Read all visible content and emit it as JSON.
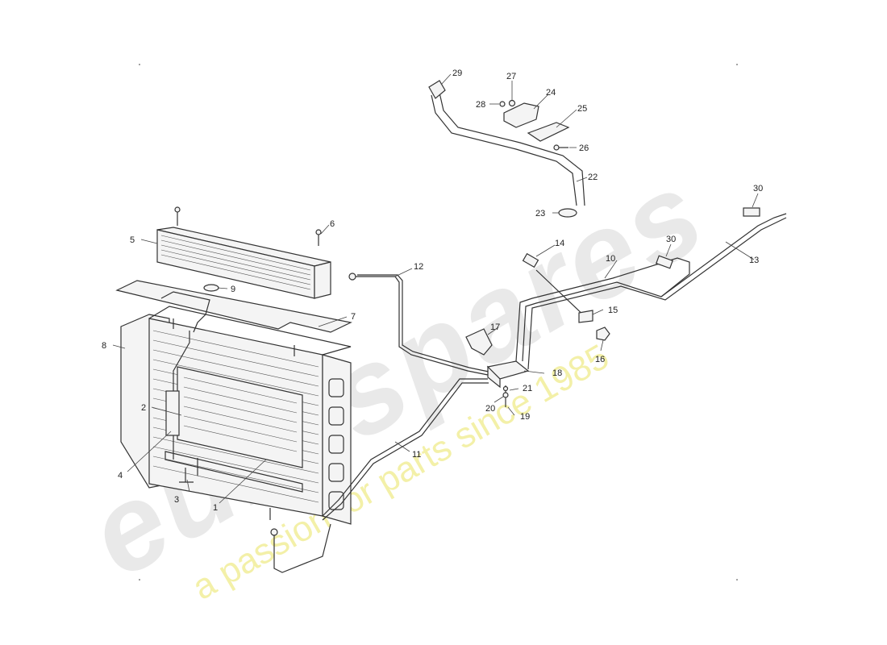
{
  "watermark": {
    "brand": "eurospares",
    "tagline": "a passion for parts since 1985",
    "colors": {
      "brand": "#e9e9e9",
      "tagline": "#f3f0a8"
    }
  },
  "callouts": {
    "c1": "1",
    "c2": "2",
    "c3": "3",
    "c4": "4",
    "c5": "5",
    "c6": "6",
    "c7": "7",
    "c8": "8",
    "c9": "9",
    "c10": "10",
    "c11": "11",
    "c12": "12",
    "c13": "13",
    "c14": "14",
    "c15": "15",
    "c16": "16",
    "c17": "17",
    "c18": "18",
    "c19": "19",
    "c20": "20",
    "c21": "21",
    "c22": "22",
    "c23": "23",
    "c24": "24",
    "c25": "25",
    "c26": "26",
    "c27": "27",
    "c28": "28",
    "c29": "29",
    "c30a": "30",
    "c30b": "30"
  }
}
